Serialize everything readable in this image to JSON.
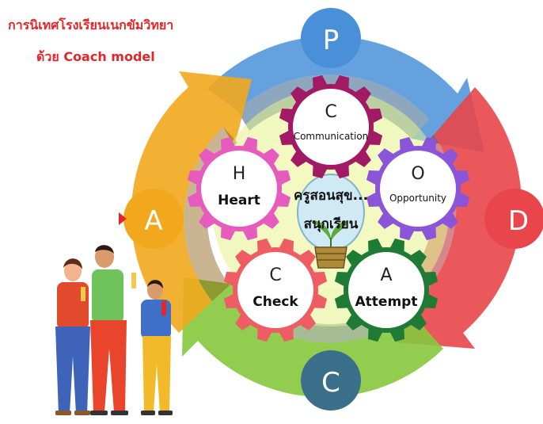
{
  "title": {
    "line1": "การนิเทศโรงเรียนเนกขัมวิทยา",
    "line2": "ด้วย Coach model"
  },
  "cycle": {
    "top": {
      "letter": "P",
      "color": "#4a90d9"
    },
    "right": {
      "letter": "D",
      "color": "#e8464a"
    },
    "bottom": {
      "letter": "C",
      "color": "#3a6f8a"
    },
    "left": {
      "letter": "A",
      "color": "#f2a81d"
    }
  },
  "gears": [
    {
      "id": "communication",
      "letter": "C",
      "word": "Communication",
      "color": "#a21a64"
    },
    {
      "id": "opportunity",
      "letter": "O",
      "word": "Opportunity",
      "color": "#8a55d8"
    },
    {
      "id": "attempt",
      "letter": "A",
      "word": "Attempt",
      "color": "#1f7a35"
    },
    {
      "id": "check",
      "letter": "C",
      "word": "Check",
      "color": "#ee5d63"
    },
    {
      "id": "heart",
      "letter": "H",
      "word": "Heart",
      "color": "#e75bbf"
    }
  ],
  "center": {
    "line1": "ครูสอนสุข...",
    "line2": "สนุกเรียน"
  }
}
